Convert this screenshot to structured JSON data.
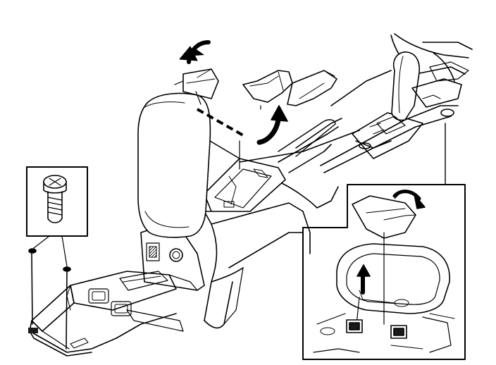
{
  "figure": {
    "description_hidden": "",
    "panels": {
      "main": "center-console-exploded-view",
      "screw_detail": "screw-detail-inset",
      "tray_detail": "tray-removal-inset"
    },
    "colors": {
      "line": "#000000",
      "background": "#ffffff",
      "shade": "#9a9a9a",
      "dark_fill": "#1a1a1a"
    },
    "icons": [
      "curved-arrow-icon",
      "up-arrow-icon",
      "screw-icon",
      "leader-line"
    ]
  }
}
